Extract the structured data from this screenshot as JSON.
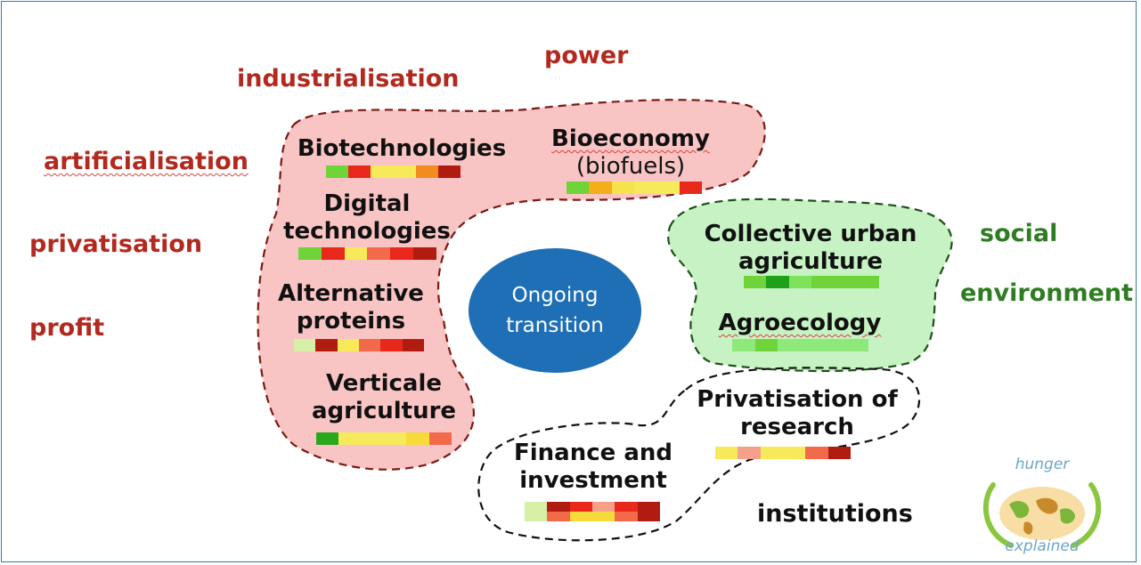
{
  "keywords": {
    "power": "power",
    "industrialisation": "industrialisation",
    "artificialisation": "artificialisation",
    "privatisation": "privatisation",
    "profit": "profit",
    "social": "social",
    "environment": "environment",
    "institutions": "institutions"
  },
  "center": {
    "line1": "Ongoing",
    "line2": "transition"
  },
  "items": {
    "biotechnologies": {
      "line1": "Biotechnologies",
      "colors": [
        "#6fd33a",
        "#e8281a",
        "#f6ea5a",
        "#f6ea5a",
        "#f28c1e",
        "#b01c10"
      ]
    },
    "bioeconomy": {
      "line1": "Bioeconomy",
      "line2": "(biofuels)",
      "colors": [
        "#6fd33a",
        "#f5ad1a",
        "#f6e24a",
        "#f6ea5a",
        "#f6ea5a",
        "#e8281a"
      ]
    },
    "digital": {
      "line1": "Digital",
      "line2": "technologies",
      "colors": [
        "#6fd33a",
        "#e8281a",
        "#f6ea5a",
        "#f26a4a",
        "#e8281a",
        "#b01c10"
      ]
    },
    "proteins": {
      "line1": "Alternative",
      "line2": "proteins",
      "colors": [
        "#d6f0a8",
        "#b01c10",
        "#f6ea5a",
        "#f26a4a",
        "#e8281a",
        "#b01c10"
      ]
    },
    "vertical": {
      "line1": "Verticale",
      "line2": "agriculture",
      "colors": [
        "#2aa81c",
        "#f6ea5a",
        "#f6ea5a",
        "#f6ea5a",
        "#f6da3a",
        "#f26a4a"
      ]
    },
    "urban": {
      "line1": "Collective urban",
      "line2": "agriculture",
      "colors": [
        "#6fd33a",
        "#1ea01a",
        "#7ee25a",
        "#6fd33a",
        "#6fd33a",
        "#6fd33a"
      ]
    },
    "agroecology": {
      "line1": "Agroecology",
      "colors": [
        "#8ee87a",
        "#6fd33a",
        "#8ee87a",
        "#8ee87a",
        "#8ee87a",
        "#8ee87a"
      ]
    },
    "research": {
      "line1": "Privatisation of",
      "line2": "research",
      "colors": [
        "#f6ea5a",
        "#f5a08a",
        "#f6ea5a",
        "#f6ea5a",
        "#f26a4a",
        "#b01c10"
      ]
    },
    "finance": {
      "line1": "Finance and",
      "line2": "investment",
      "top_colors": [
        "#d6f0a8",
        "#b01c10",
        "#e8281a",
        "#f5a08a",
        "#e8281a",
        "#b01c10"
      ],
      "bottom_colors": [
        "#d6f0a8",
        "#f26a4a",
        "#f6da3a",
        "#f6da3a",
        "#f26a4a",
        "#b01c10"
      ]
    }
  },
  "logo": {
    "top_text": "hunger",
    "bottom_text": "explained"
  },
  "colors": {
    "red_zone": "#f9c4c4",
    "green_zone": "#c6f2c4",
    "frame": "#2f7fa8",
    "center": "#1e6fb5",
    "red_text": "#b22a1f",
    "green_text": "#2e7d22"
  }
}
